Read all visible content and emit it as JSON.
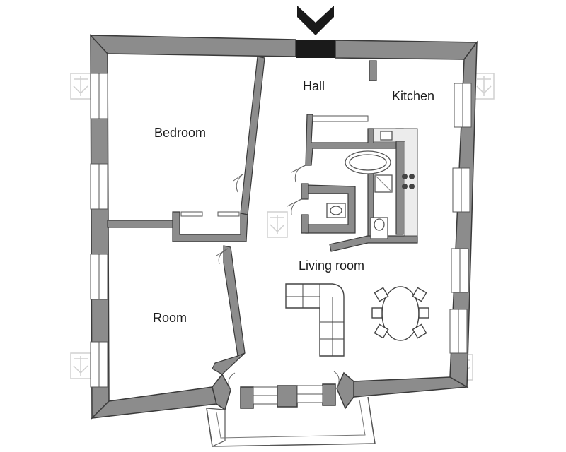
{
  "rooms": {
    "hall": "Hall",
    "kitchen": "Kitchen",
    "bedroom": "Bedroom",
    "room": "Room",
    "living_room": "Living room"
  },
  "entrance": {
    "icon": "chevron-down-icon",
    "color": "#1a1a1a"
  },
  "colors": {
    "wall": "#8c8c8c",
    "wall_outline": "#3a3a3a",
    "background": "#ffffff",
    "watermark": "#d0d0d0"
  },
  "watermark": {
    "icon": "logo-watermark-icon"
  }
}
